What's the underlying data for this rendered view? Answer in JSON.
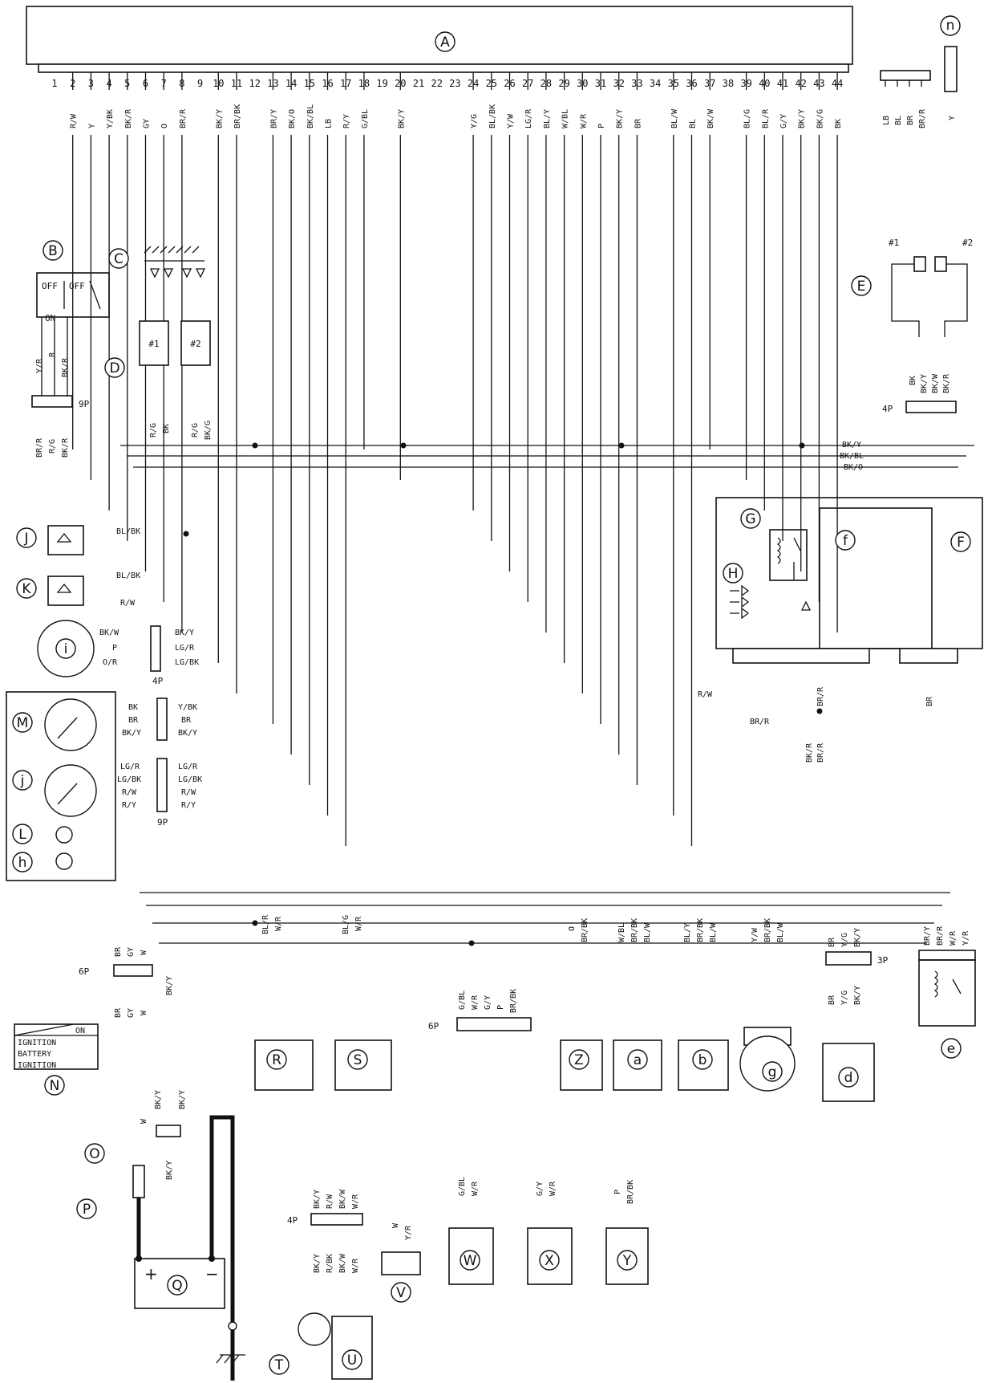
{
  "title": "",
  "ecu": {
    "letter": "A",
    "pin_numbers": [
      "1",
      "2",
      "3",
      "4",
      "5",
      "6",
      "7",
      "8",
      "9",
      "10",
      "11",
      "12",
      "13",
      "14",
      "15",
      "16",
      "17",
      "18",
      "19",
      "20",
      "21",
      "22",
      "23",
      "24",
      "25",
      "26",
      "27",
      "28",
      "29",
      "30",
      "31",
      "32",
      "33",
      "34",
      "35",
      "36",
      "37",
      "38",
      "39",
      "40",
      "41",
      "42",
      "43",
      "44"
    ],
    "pin_wires": [
      "",
      "R/W",
      "Y",
      "Y/BK",
      "BK/R",
      "GY",
      "O",
      "BR/R",
      "",
      "BK/Y",
      "BR/BK",
      "",
      "BR/Y",
      "BK/O",
      "BK/BL",
      "LB",
      "R/Y",
      "G/BL",
      "",
      "BK/Y",
      "",
      "",
      "",
      "Y/G",
      "BL/BK",
      "Y/W",
      "LG/R",
      "BL/Y",
      "W/BL",
      "W/R",
      "P",
      "BK/Y",
      "BR",
      "",
      "BL/W",
      "BL",
      "BK/W",
      "",
      "BL/G",
      "BL/R",
      "G/Y",
      "BK/Y",
      "BK/G",
      "BK"
    ]
  },
  "small_connector": {
    "wires": [
      "LB",
      "BL",
      "BR",
      "BR/R"
    ]
  },
  "part_n": {
    "letter": "n",
    "wire": "Y"
  },
  "callouts": {
    "B": "B",
    "C": "C",
    "D": "D",
    "E": "E",
    "F": "F",
    "G": "G",
    "H": "H",
    "f": "f",
    "J": "J",
    "K": "K",
    "i": "i",
    "M": "M",
    "j": "j",
    "L": "L",
    "h": "h",
    "N": "N",
    "O": "O",
    "P": "P",
    "Q": "Q",
    "R": "R",
    "S": "S",
    "T": "T",
    "U": "U",
    "V": "V",
    "W": "W",
    "X": "X",
    "Y": "Y",
    "Z": "Z",
    "a": "a",
    "b": "b",
    "g": "g",
    "d": "d",
    "e": "e"
  },
  "switch_bc": {
    "off1": "OFF",
    "off2": "OFF",
    "on": "ON",
    "wires": [
      "Y/R",
      "R",
      "BK/R"
    ],
    "connector": "9P",
    "wires_below": [
      "BR/R",
      "R/G",
      "BK/R"
    ]
  },
  "coils_d": {
    "coil1": "#1",
    "coil2": "#2",
    "wires": [
      "R/G",
      "BK",
      "R/G",
      "BK/G"
    ]
  },
  "injectors_e": {
    "inj1": "#1",
    "inj2": "#2",
    "wires": [
      "BK",
      "BK/Y",
      "BK/W",
      "BK/R"
    ],
    "connector": "4P",
    "bus": [
      "BK/Y",
      "BK/BL",
      "BK/O"
    ]
  },
  "sensors_jk": {
    "j_wire": "BL/BK",
    "k_wire1": "BL/BK",
    "k_wire2": "R/W"
  },
  "sensor_i": {
    "left": [
      "BK/W",
      "P",
      "O/R"
    ],
    "right": [
      "BK/Y",
      "LG/R",
      "LG/BK"
    ],
    "connector": "4P"
  },
  "meter": {
    "m_left": [
      "BK",
      "BR",
      "BK/Y"
    ],
    "m_right": [
      "Y/BK",
      "BR",
      "BK/Y"
    ],
    "j_left": [
      "LG/R",
      "LG/BK",
      "R/W",
      "R/Y"
    ],
    "j_right": [
      "LG/R",
      "LG/BK",
      "R/W",
      "R/Y"
    ],
    "connector": "9P"
  },
  "relay_box_f": {
    "bottom_wires": [
      "R/W",
      "BR/R",
      "BR/R",
      "BK/R",
      "BR/R"
    ],
    "right_wire": "BR"
  },
  "ignition_n": {
    "header": "ON",
    "rows": [
      "IGNITION",
      "BATTERY",
      "IGNITION"
    ]
  },
  "six_p_left": {
    "connector": "6P",
    "wires": [
      "BR",
      "GY",
      "W"
    ],
    "wire_right": "BK/Y"
  },
  "battery_area": {
    "wire_w": "W",
    "wires_mid": [
      "BK/Y",
      "BK/Y"
    ],
    "wire_bottom": "BK/Y",
    "plus": "+",
    "minus": "−"
  },
  "four_p_bottom": {
    "connector": "4P",
    "top": [
      "BK/Y",
      "R/W",
      "BK/W",
      "W/R"
    ],
    "bottom": [
      "BK/Y",
      "R/BK",
      "BK/W",
      "W/R"
    ]
  },
  "part_r": {
    "wires": [
      "BL/R",
      "W/R"
    ]
  },
  "part_s": {
    "wires": [
      "BL/G",
      "W/R"
    ]
  },
  "part_v": {
    "wires": [
      "W",
      "Y/R"
    ]
  },
  "six_p_mid": {
    "connector": "6P",
    "top": [
      "G/BL",
      "W/R",
      "G/Y",
      "P",
      "BR/BK"
    ]
  },
  "part_w": {
    "wires": [
      "G/BL",
      "W/R"
    ]
  },
  "part_x": {
    "wires": [
      "G/Y",
      "W/R"
    ]
  },
  "part_y": {
    "wires": [
      "P",
      "BR/BK"
    ]
  },
  "part_z": {
    "wires": [
      "O",
      "BR/BK"
    ]
  },
  "part_a": {
    "wires": [
      "W/BL",
      "BR/BK",
      "BL/W"
    ]
  },
  "part_b": {
    "wires": [
      "BL/Y",
      "BR/BK",
      "BL/W"
    ]
  },
  "part_g": {
    "wires": [
      "Y/W",
      "BR/BK",
      "BL/W"
    ]
  },
  "part_d": {
    "connector": "3P",
    "top": [
      "BR",
      "Y/G",
      "BK/Y"
    ],
    "bottom": [
      "BR",
      "Y/G",
      "BK/Y"
    ]
  },
  "part_e": {
    "wires": [
      "BR/Y",
      "BR/R",
      "W/R",
      "Y/R"
    ]
  }
}
